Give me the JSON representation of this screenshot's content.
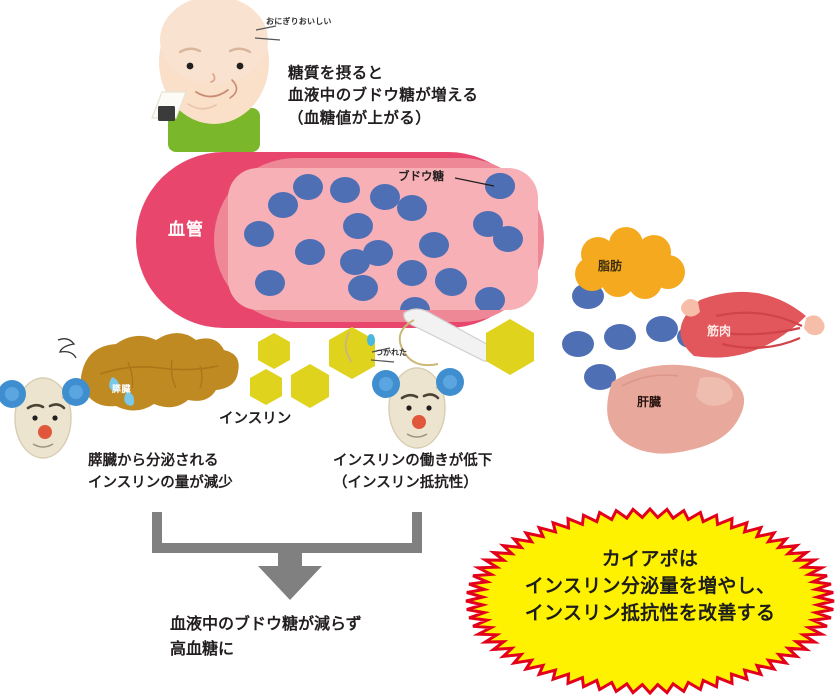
{
  "diagram": {
    "title_text_top": "糖質を摂ると\n血液中のブドウ糖が増える\n（血糖値が上がる）",
    "speech_onigiri": "おにぎりおいしい",
    "speech_tired": "つかれた",
    "labels": {
      "vessel": "血管",
      "glucose": "ブドウ糖",
      "insulin": "インスリン",
      "pancreas": "膵臓",
      "fat": "脂肪",
      "muscle": "筋肉",
      "liver": "肝臓"
    },
    "caption_left": "膵臓から分泌される\nインスリンの量が減少",
    "caption_right": "インスリンの働きが低下\n（インスリン抵抗性）",
    "conclusion": "血液中のブドウ糖が減らず\n高血糖に",
    "callout": "カイアポは\nインスリン分泌量を増やし、\nインスリン抵抗性を改善する"
  },
  "colors": {
    "vessel_outer": "#e8466d",
    "vessel_inner": "#f4a7ae",
    "glucose_blue": "#4f6fb5",
    "insulin_yellow": "#dfd31e",
    "fat_orange": "#f5a91e",
    "muscle_red": "#e2575b",
    "liver_pink": "#e8a99c",
    "pancreas_brown": "#c08a23",
    "shirt_green": "#7ab72b",
    "skin": "#fadfc9",
    "callout_fill": "#fff200",
    "callout_edge": "#e3001b",
    "arrow_gray": "#808080",
    "character_body": "#ece4cf",
    "pompom_blue": "#3f8fd0"
  },
  "chart_data": {
    "type": "diagram",
    "title": "糖質摂取からの高血糖メカニズム",
    "glucose_dots_in_vessel": 22,
    "glucose_dots_outside": 7,
    "insulin_hexagons": 5,
    "flow_steps": [
      "糖質を摂ると血液中のブドウ糖が増える（血糖値が上がる）",
      "膵臓から分泌されるインスリンの量が減少",
      "インスリンの働きが低下（インスリン抵抗性）",
      "血液中のブドウ糖が減らず高血糖に"
    ],
    "target_organs": [
      "脂肪",
      "筋肉",
      "肝臓"
    ]
  }
}
